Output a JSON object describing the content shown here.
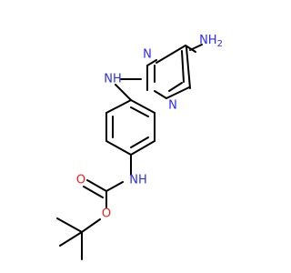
{
  "colors": {
    "bond": "#000000",
    "nitrogen": "#2b2bff",
    "oxygen": "#ff1a1a",
    "background": "#ffffff"
  },
  "atoms": {
    "nh2": "NH",
    "nh2_subscript": "2",
    "n_ring_top": "N",
    "n_ring_bottom": "N",
    "nh_amine": "NH",
    "nh_carbamate": "NH",
    "o_carbonyl": "O",
    "o_ester": "O"
  }
}
